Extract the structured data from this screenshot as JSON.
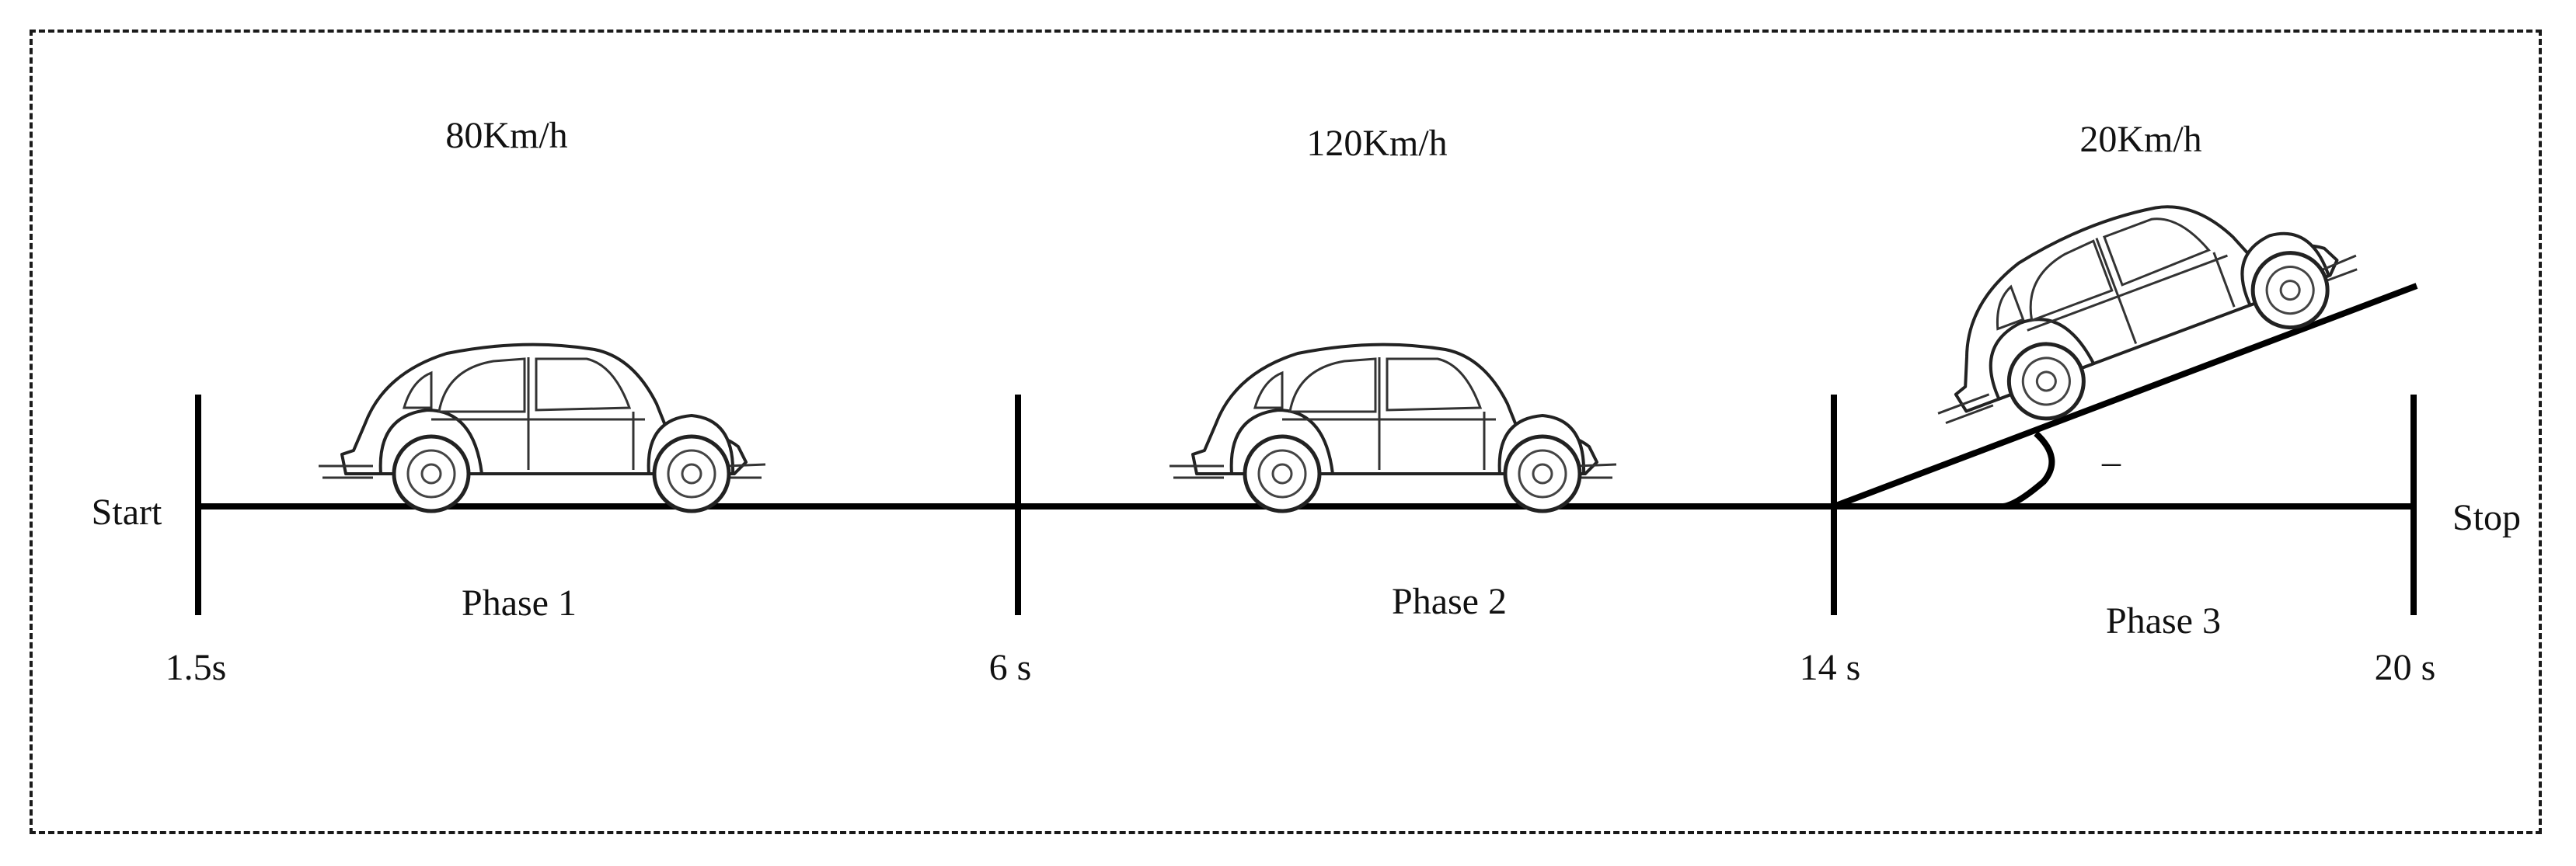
{
  "labels": {
    "start": "Start",
    "stop": "Stop"
  },
  "phases": [
    {
      "name": "Phase 1",
      "speed": "80Km/h",
      "start_time": "1.5s"
    },
    {
      "name": "Phase 2",
      "speed": "120Km/h",
      "start_time": "6 s"
    },
    {
      "name": "Phase 3",
      "speed": "20Km/h",
      "start_time": "14 s"
    }
  ],
  "end_time": "20 s",
  "small_mark": "–"
}
